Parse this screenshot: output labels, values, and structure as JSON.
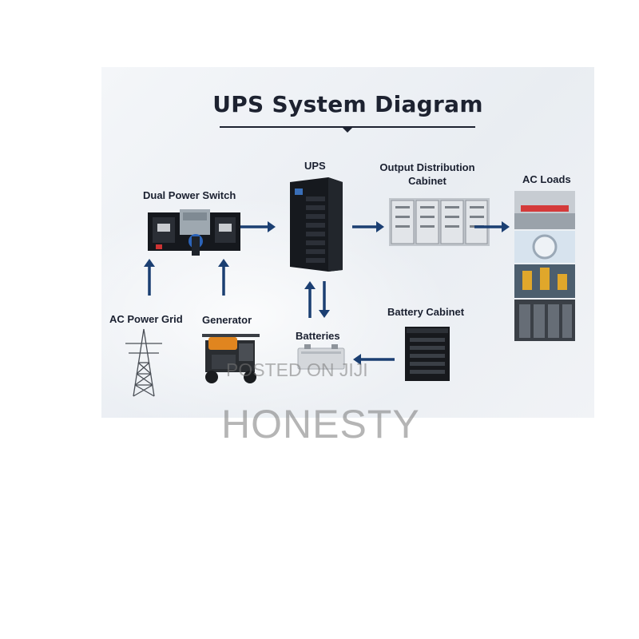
{
  "diagram": {
    "title": "UPS System Diagram",
    "nodes": [
      {
        "id": "dual-power-switch",
        "label": "Dual Power Switch"
      },
      {
        "id": "ups",
        "label": "UPS"
      },
      {
        "id": "output-distribution-cabinet",
        "label_line1": "Output Distribution",
        "label_line2": "Cabinet"
      },
      {
        "id": "ac-loads",
        "label": "AC Loads"
      },
      {
        "id": "ac-power-grid",
        "label": "AC Power Grid"
      },
      {
        "id": "generator",
        "label": "Generator"
      },
      {
        "id": "batteries",
        "label": "Batteries"
      },
      {
        "id": "battery-cabinet",
        "label": "Battery Cabinet"
      }
    ],
    "edges": [
      {
        "from": "ac-power-grid",
        "to": "dual-power-switch"
      },
      {
        "from": "generator",
        "to": "dual-power-switch"
      },
      {
        "from": "dual-power-switch",
        "to": "ups"
      },
      {
        "from": "ups",
        "to": "output-distribution-cabinet"
      },
      {
        "from": "output-distribution-cabinet",
        "to": "ac-loads"
      },
      {
        "from": "ups",
        "to": "batteries",
        "bidirectional": true
      },
      {
        "from": "battery-cabinet",
        "to": "batteries"
      }
    ],
    "colors": {
      "arrow": "#1b3f72",
      "text": "#1a2030",
      "cabinet": "#b9bec5"
    }
  },
  "watermark": {
    "line1": "POSTED ON JIJI",
    "line2": "HONESTY"
  }
}
